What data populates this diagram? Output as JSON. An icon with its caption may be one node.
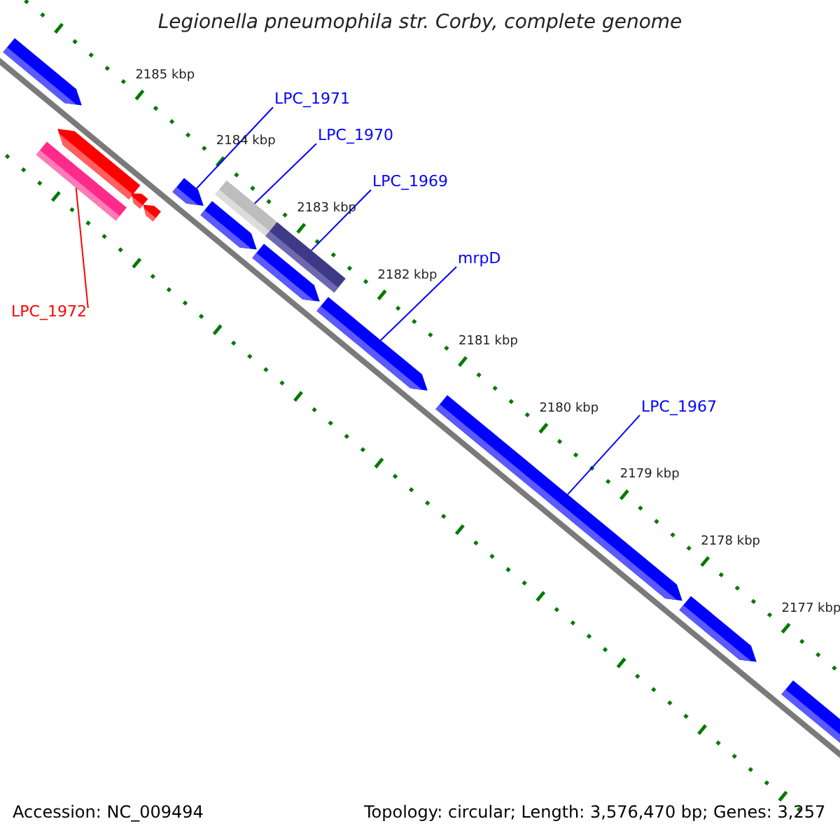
{
  "diagram": {
    "title": "Legionella pneumophila str. Corby, complete genome",
    "nodes": [
      {
        "text": [],
        "shape": "arrow"
      },
      {
        "text": [],
        "shape": "box"
      },
      {
        "text": [],
        "shape": "arrow"
      },
      {
        "text": [],
        "shape": "arrow"
      },
      {
        "text": [],
        "shape": "arrow"
      },
      {
        "text": [],
        "shape": "arrow"
      },
      {
        "text": [],
        "shape": "arrow"
      },
      {
        "text": [],
        "shape": "box"
      },
      {
        "text": [],
        "shape": "arrow"
      },
      {
        "text": [],
        "shape": "box"
      },
      {
        "text": [],
        "shape": "arrow"
      },
      {
        "text": [],
        "shape": "arrow"
      },
      {
        "text": [],
        "shape": "arrow"
      },
      {
        "text": [],
        "shape": "arrow"
      },
      {
        "text": [
          "LPC_1971"
        ]
      },
      {
        "text": [
          "LPC_1970"
        ]
      },
      {
        "text": [
          "LPC_1969"
        ]
      },
      {
        "text": [
          "mrpD"
        ]
      },
      {
        "text": [
          "LPC_1967"
        ]
      },
      {
        "text": [
          "LPC_1972"
        ]
      }
    ],
    "edges": [
      {
        "from": 14,
        "to": 5,
        "arrow": "none"
      },
      {
        "from": 15,
        "to": 7,
        "arrow": "none"
      },
      {
        "from": 16,
        "to": 9,
        "arrow": "none"
      },
      {
        "from": 17,
        "to": 10,
        "arrow": "none"
      },
      {
        "from": 18,
        "to": 11,
        "arrow": "none"
      },
      {
        "from": 19,
        "to": 1,
        "arrow": "none",
        "color": "#ff0000"
      }
    ],
    "labels": [
      "2185 kbp",
      "2184 kbp",
      "2183 kbp",
      "2182 kbp",
      "2181 kbp",
      "2180 kbp",
      "2179 kbp",
      "2178 kbp",
      "2177 kbp",
      "Accession: NC_009494",
      "Topology: circular; Length: 3,576,470 bp; Genes: 3,257"
    ]
  }
}
